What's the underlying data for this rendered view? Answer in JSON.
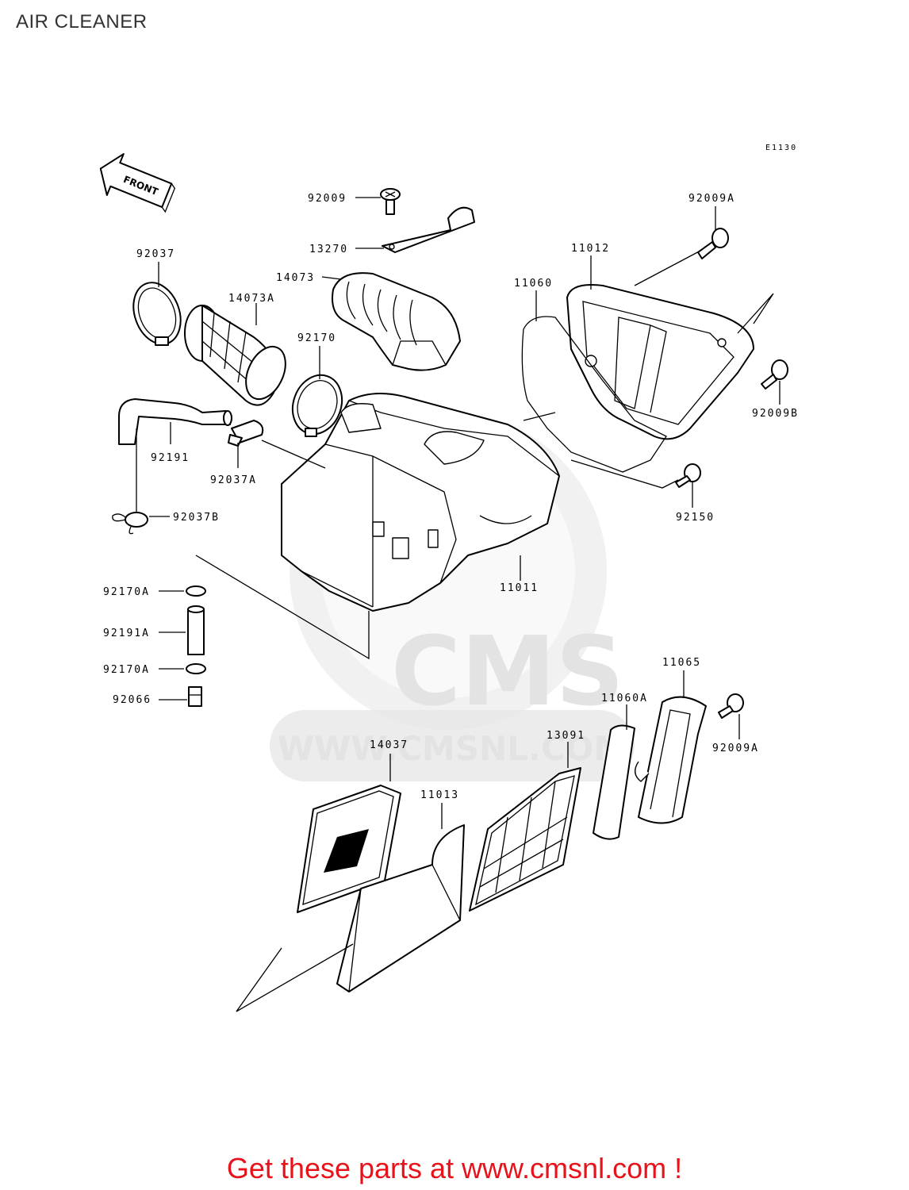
{
  "page": {
    "title": "AIR CLEANER"
  },
  "diagram_code": "E1130",
  "front_arrow": {
    "label": "FRONT"
  },
  "watermark": {
    "logo_text": "CMS",
    "url_text": "WWW.CMSNL.COM"
  },
  "parts": [
    {
      "id": "92009",
      "label": "92009"
    },
    {
      "id": "13270",
      "label": "13270"
    },
    {
      "id": "14073",
      "label": "14073"
    },
    {
      "id": "14073A",
      "label": "14073A"
    },
    {
      "id": "92037",
      "label": "92037"
    },
    {
      "id": "92170",
      "label": "92170"
    },
    {
      "id": "92191",
      "label": "92191"
    },
    {
      "id": "92037A",
      "label": "92037A"
    },
    {
      "id": "92037B",
      "label": "92037B"
    },
    {
      "id": "92009A",
      "label": "92009A"
    },
    {
      "id": "11012",
      "label": "11012"
    },
    {
      "id": "11060",
      "label": "11060"
    },
    {
      "id": "92009B",
      "label": "92009B"
    },
    {
      "id": "92150",
      "label": "92150"
    },
    {
      "id": "11011",
      "label": "11011"
    },
    {
      "id": "92170A-top",
      "label": "92170A"
    },
    {
      "id": "92191A",
      "label": "92191A"
    },
    {
      "id": "92170A-bottom",
      "label": "92170A"
    },
    {
      "id": "92066",
      "label": "92066"
    },
    {
      "id": "11065",
      "label": "11065"
    },
    {
      "id": "11060A",
      "label": "11060A"
    },
    {
      "id": "92009A-bottom",
      "label": "92009A"
    },
    {
      "id": "14037",
      "label": "14037"
    },
    {
      "id": "13091",
      "label": "13091"
    },
    {
      "id": "11013",
      "label": "11013"
    }
  ],
  "cta": {
    "text": "Get these parts at www.cmsnl.com !",
    "color": "#e8121b"
  }
}
